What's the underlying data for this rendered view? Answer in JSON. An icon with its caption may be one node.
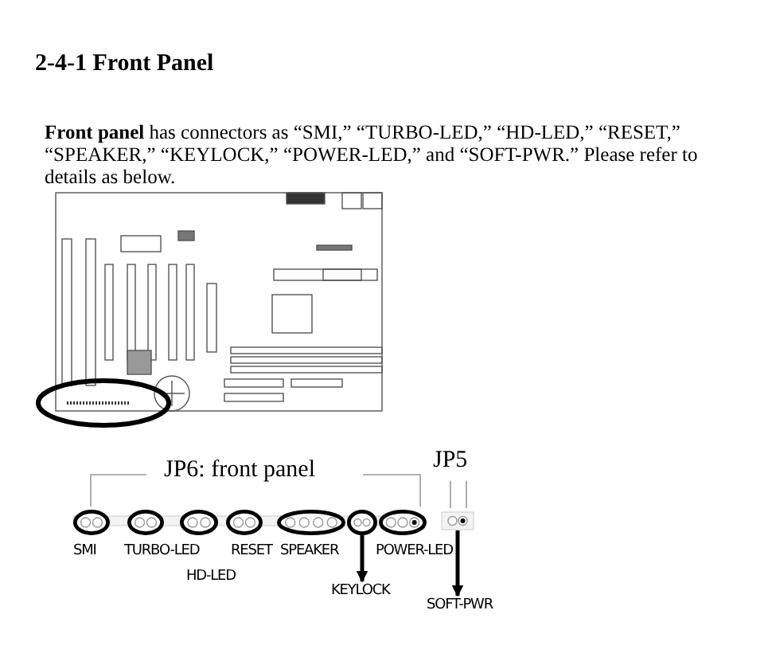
{
  "diagram": {
    "title": "2-4-1 Front Panel",
    "nodes": [
      {
        "text": [],
        "shape": "ellipse"
      },
      {
        "text": [],
        "shape": "ellipse"
      },
      {
        "text": [],
        "shape": "ellipse"
      },
      {
        "text": [],
        "shape": "ellipse"
      },
      {
        "text": [],
        "shape": "ellipse"
      },
      {
        "text": [],
        "shape": "ellipse"
      },
      {
        "text": [],
        "shape": "ellipse"
      },
      {
        "text": [],
        "shape": "box"
      },
      {
        "text": [
          "KEYLOCK"
        ]
      },
      {
        "text": [
          "SOFT-PWR"
        ]
      }
    ],
    "edges": [
      {
        "from": 5,
        "to": 8,
        "arrow": "to"
      },
      {
        "from": 7,
        "to": 9,
        "arrow": "to"
      }
    ],
    "labels": [
      "**Front panel** has connectors as “SMI,” “TURBO-LED,” “HD-LED,” “RESET,” “SPEAKER,” “KEYLOCK,” “POWER-LED,” and “SOFT-PWR.”  Please refer to details as below.",
      "JP6: front panel",
      "JP5",
      "SMI",
      "TURBO-LED",
      "RESET",
      "SPEAKER",
      "POWER-LED",
      "HD-LED"
    ]
  }
}
